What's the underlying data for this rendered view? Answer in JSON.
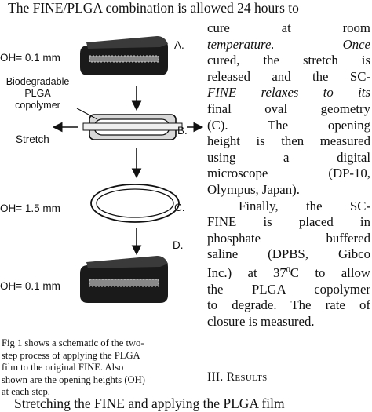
{
  "top_line": "The FINE/PLGA combination is allowed 24 hours to",
  "right_column": {
    "p1_lines": [
      "cure at room",
      "temperature. Once",
      "cured, the stretch is",
      "released and the SC-",
      "FINE relaxes to its",
      "final oval geometry",
      "(C). The opening",
      "height is then measured",
      "using a digital",
      "microscope (DP-10,",
      "Olympus, Japan)."
    ],
    "p2_lines": [
      "Finally, the SC-",
      "FINE is placed in",
      "phosphate buffered",
      "saline (DPBS, Gibco",
      "Inc.) at 37",
      "the PLGA copolymer",
      "to degrade. The rate of",
      "closure is measured."
    ],
    "p2_deg_sup": "0",
    "p2_line5_tail": "C to allow"
  },
  "figure": {
    "step_labels": [
      "A.",
      "B.",
      "C.",
      "D."
    ],
    "oh_labels": [
      "OH= 0.1 mm",
      "OH= 1.5 mm",
      "OH= 0.1 mm"
    ],
    "material_label": [
      "Biodegradable",
      "PLGA",
      "copolymer"
    ],
    "stretch_label": "Stretch"
  },
  "caption": [
    "Fig 1 shows a schematic of the two-",
    "step process of applying the PLGA",
    "film to the original FINE.  Also",
    "shown are the opening heights (OH)",
    "at each step."
  ],
  "heading": {
    "number": "III. ",
    "title": "Results"
  },
  "bottom_line": "Stretching the FINE and applying the PLGA film"
}
